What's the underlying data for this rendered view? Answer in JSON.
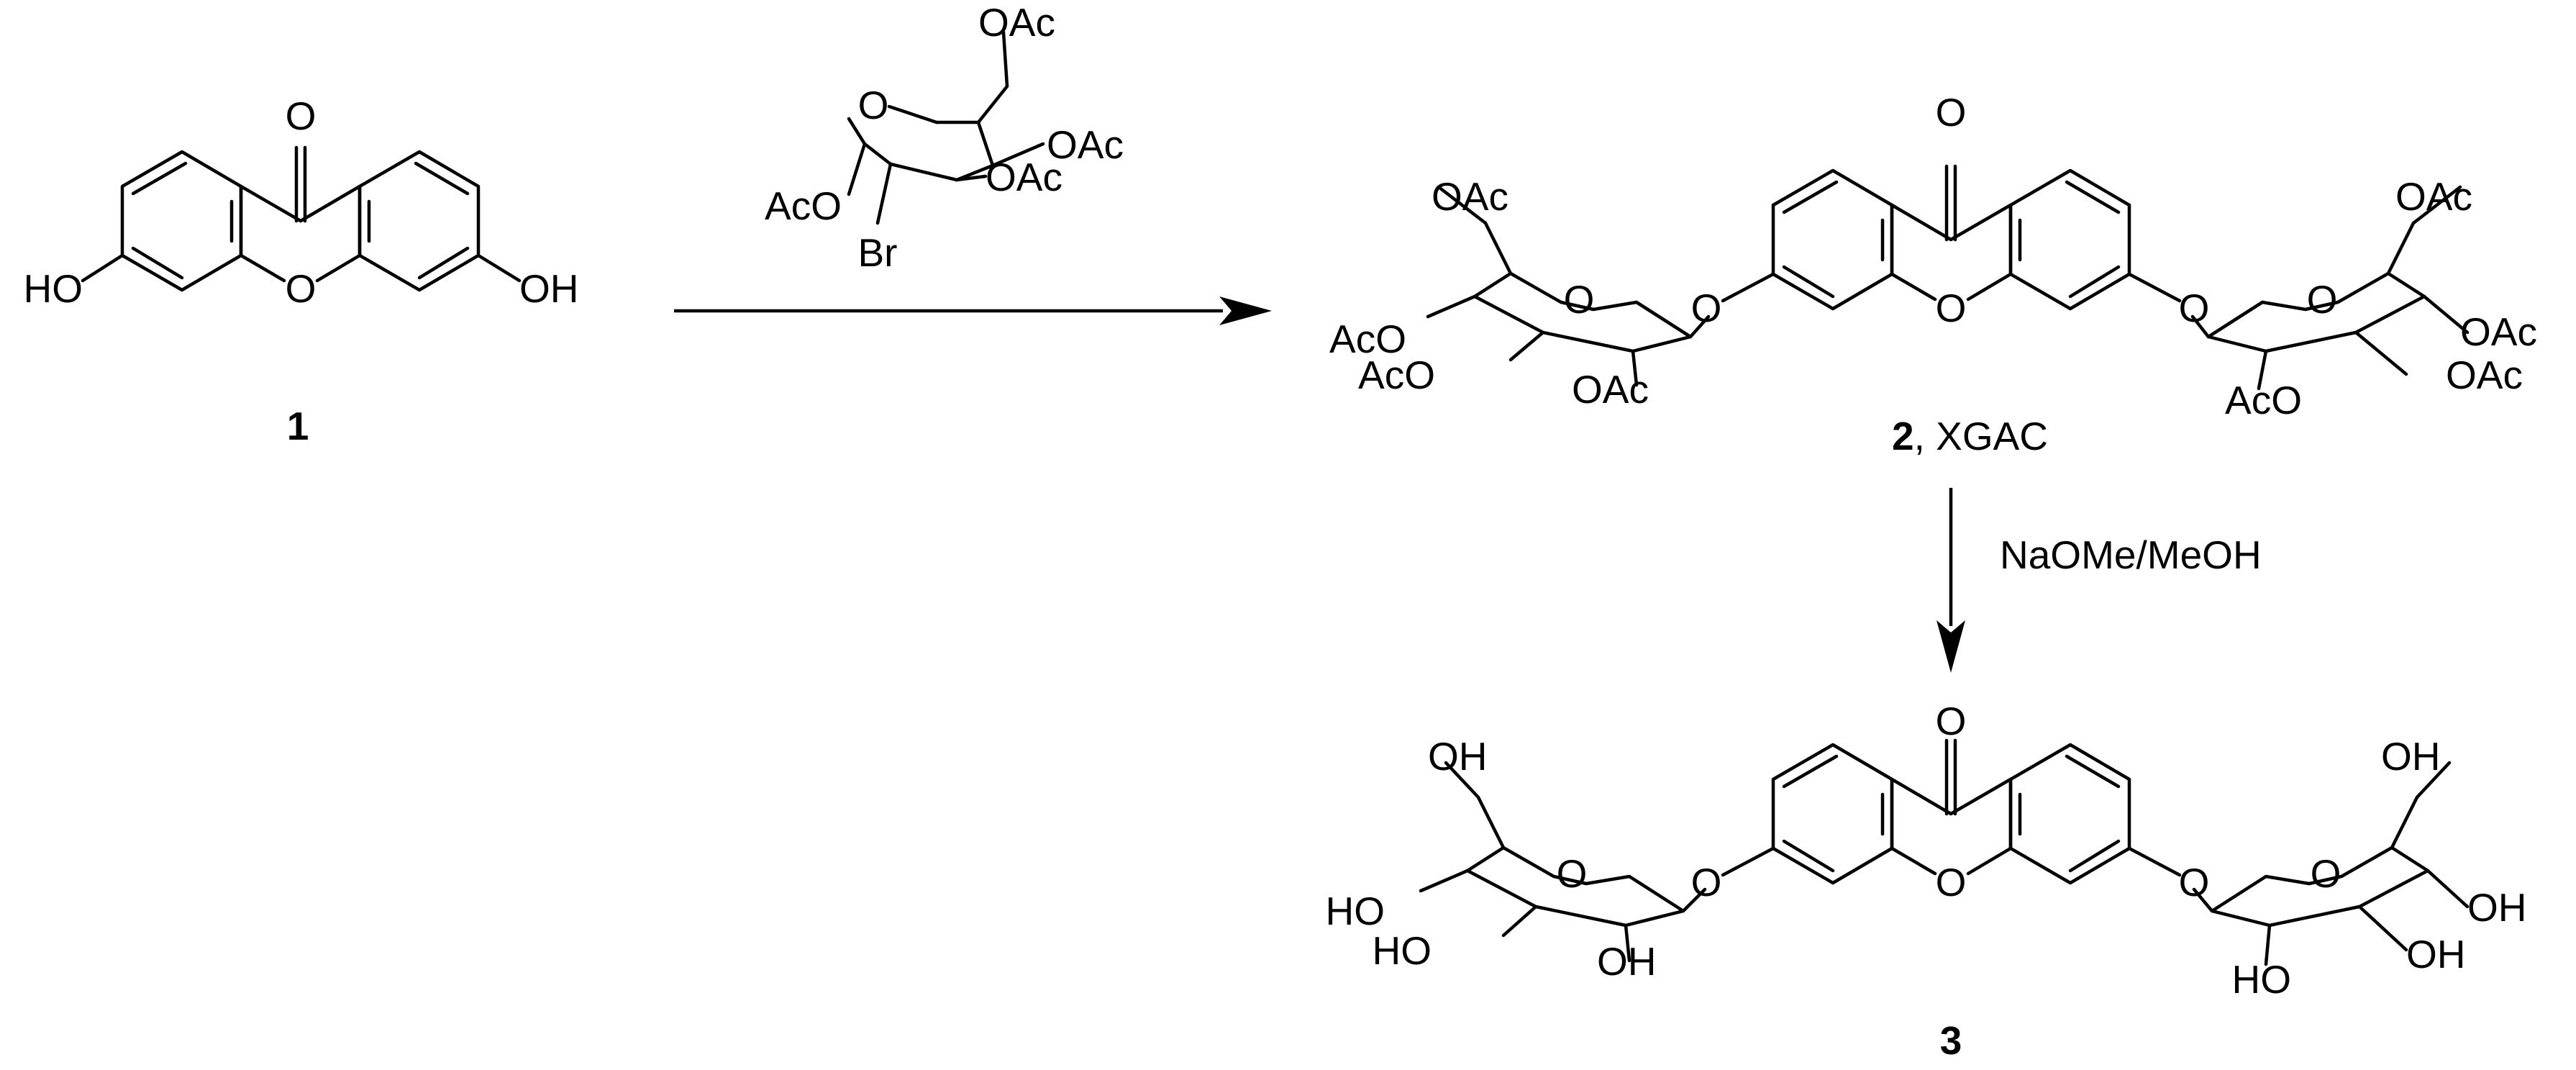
{
  "scheme": {
    "compound1": {
      "number": "1"
    },
    "compound2": {
      "number": "2",
      "suffix": ", XGAC"
    },
    "compound3": {
      "number": "3"
    },
    "step2_reagent": "NaOMe/MeOH",
    "donor": {
      "labels": [
        "OAc",
        "OAc",
        "OAc",
        "AcO",
        "Br",
        "O"
      ]
    }
  },
  "atoms": {
    "O": "O",
    "OH": "OH",
    "HO": "HO",
    "OAc": "OAc",
    "AcO": "AcO",
    "Br": "Br"
  }
}
